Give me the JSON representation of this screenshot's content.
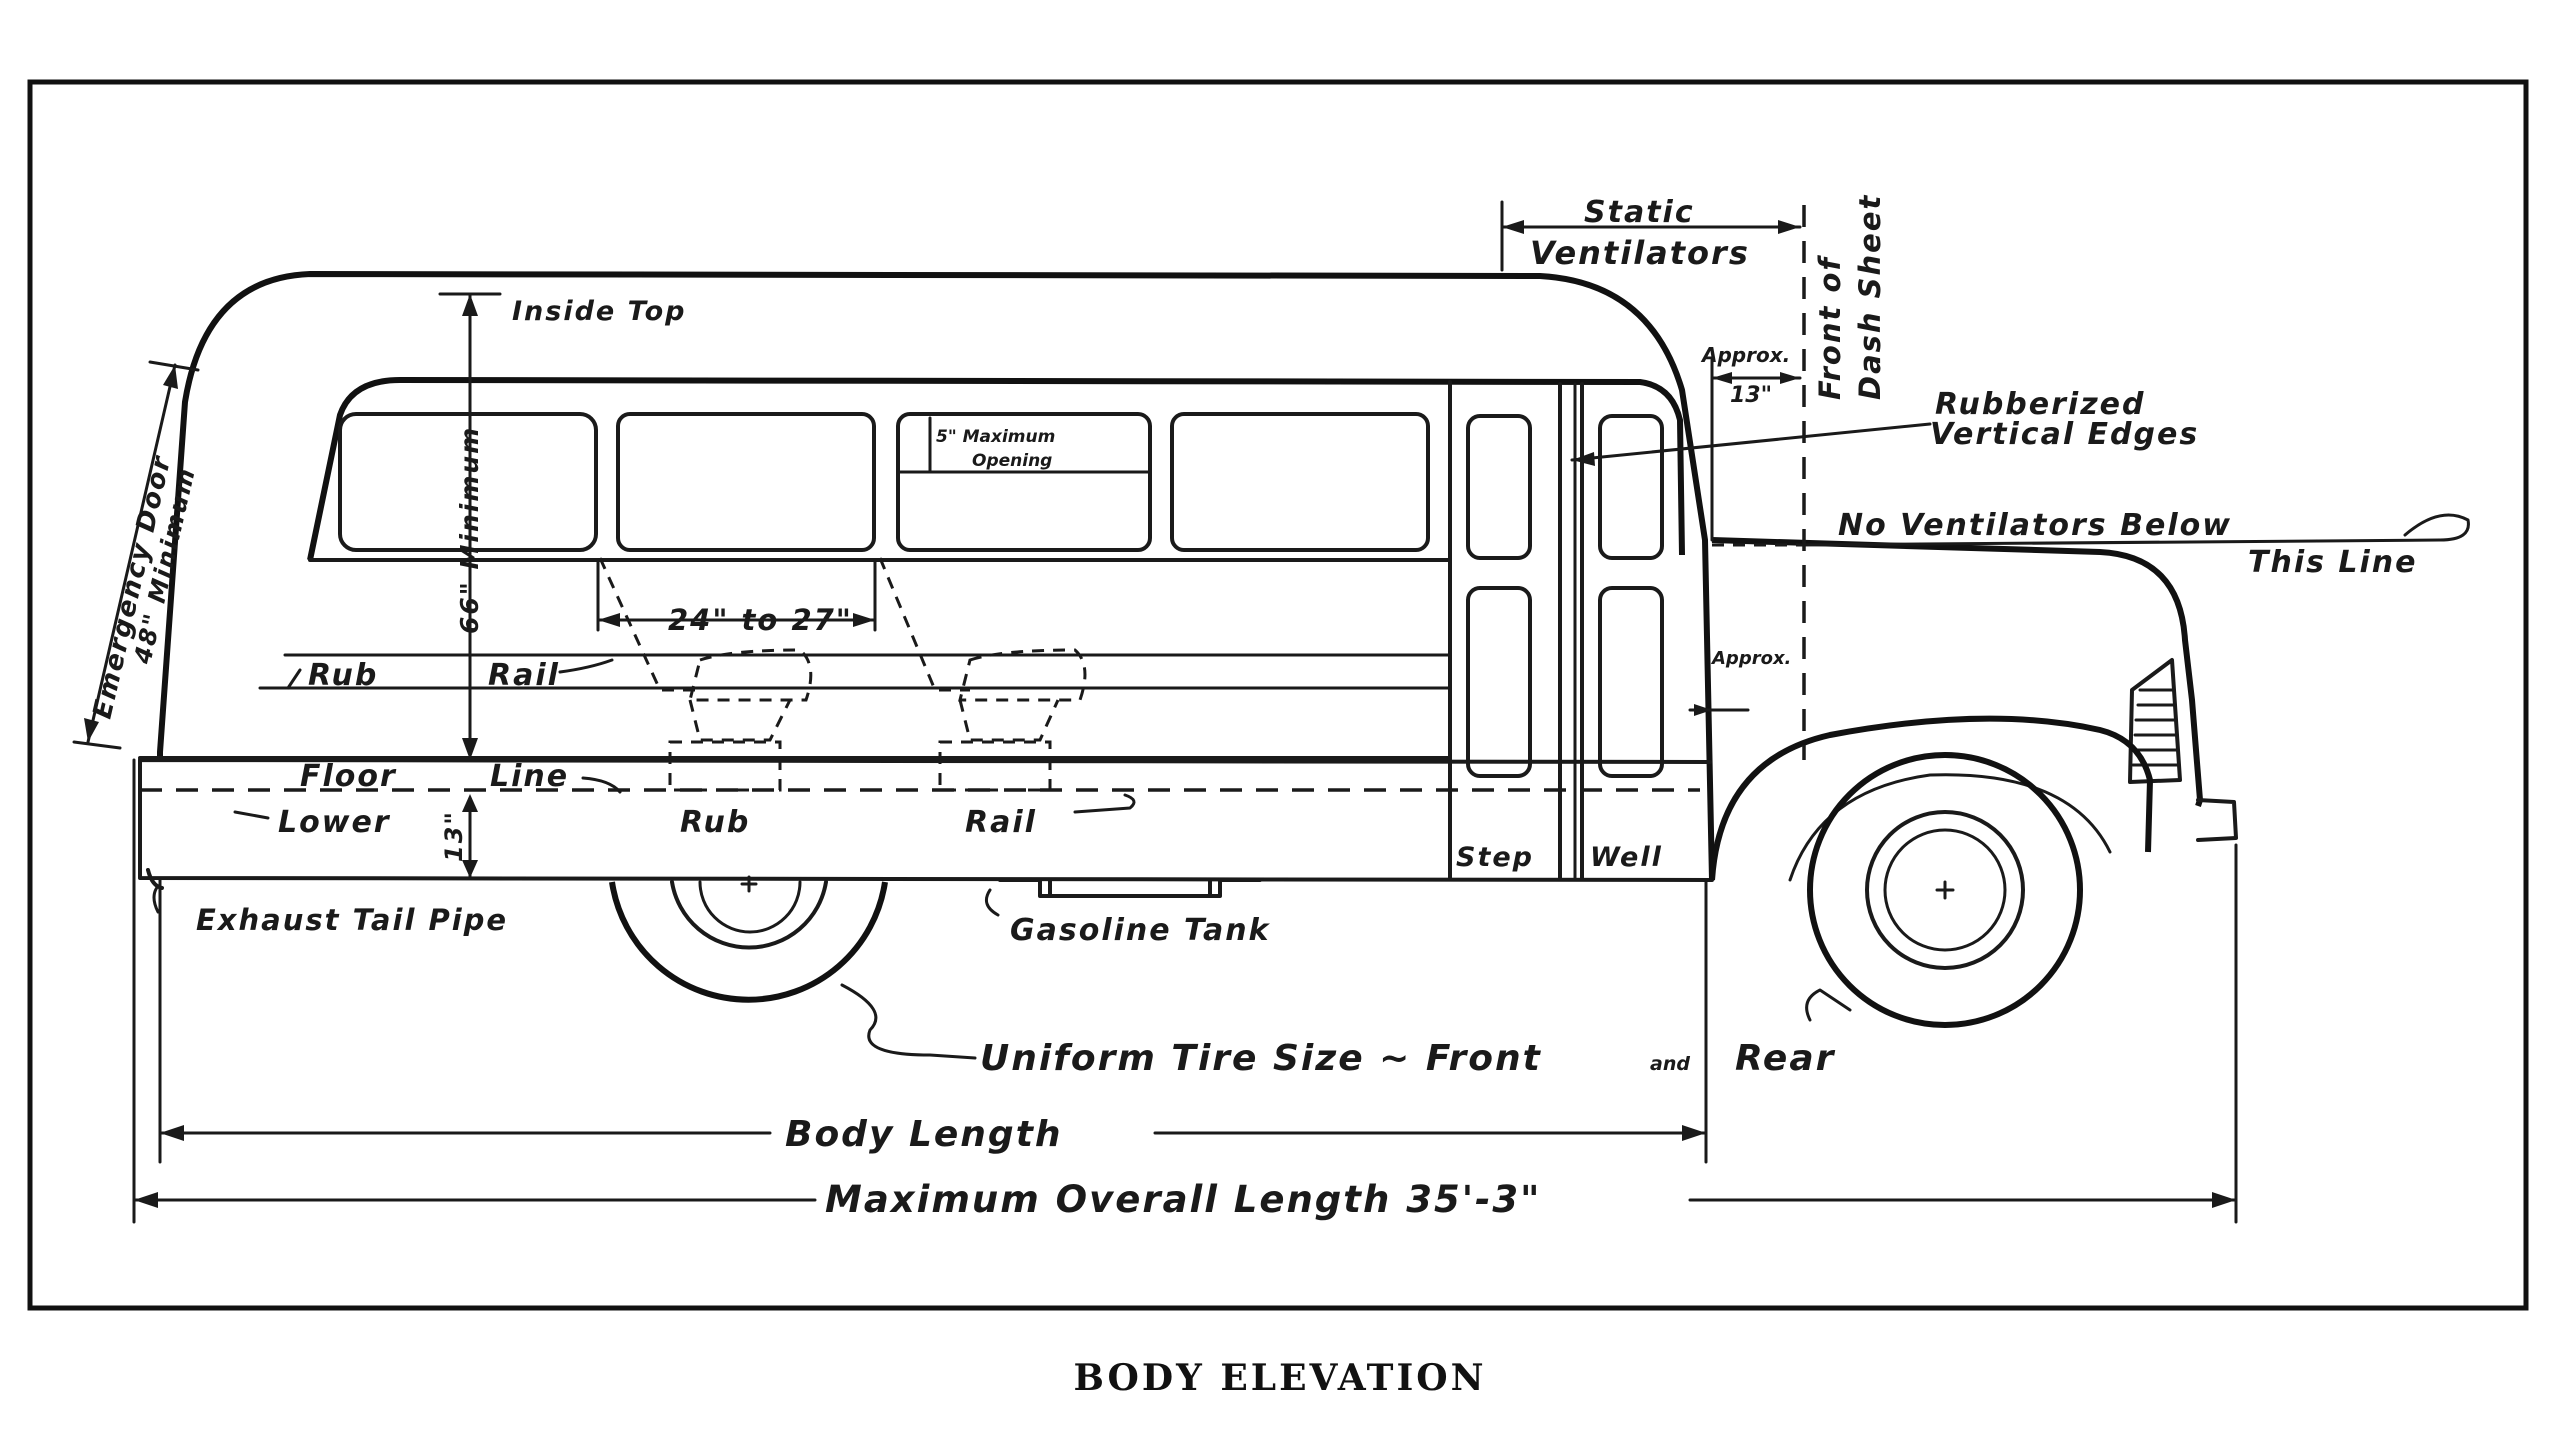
{
  "caption": "BODY ELEVATION",
  "labels": {
    "inside_top": "Inside Top",
    "static": "Static",
    "ventilators": "Ventilators",
    "front_of": "Front of",
    "dash_sheet": "Dash Sheet",
    "approx_top": "Approx.",
    "dim_13": "13\"",
    "rubberized": "Rubberized",
    "vertical_edges": "Vertical Edges",
    "no_ventilators_below": "No Ventilators Below",
    "this_line": "This Line",
    "emergency_door": "Emergency Door",
    "min_48": "48\" Minimum",
    "min_66": "66\" Minimum",
    "window_opening_size": "5\" Maximum",
    "window_opening": "Opening",
    "seat_spacing": "24\" to 27\"",
    "rub": "Rub",
    "rail": "Rail",
    "floor": "Floor",
    "line": "Line",
    "lower": "Lower",
    "rub2": "Rub",
    "rail2": "Rail",
    "dim_13_vertical": "13\"",
    "step": "Step",
    "well": "Well",
    "approx_side": "Approx.",
    "exhaust_tail_pipe": "Exhaust Tail Pipe",
    "gasoline_tank": "Gasoline Tank",
    "uniform_tire": "Uniform Tire Size ~ Front",
    "and": "and",
    "rear": "Rear",
    "body_length": "Body Length",
    "max_overall_length": "Maximum Overall Length 35'-3\""
  }
}
